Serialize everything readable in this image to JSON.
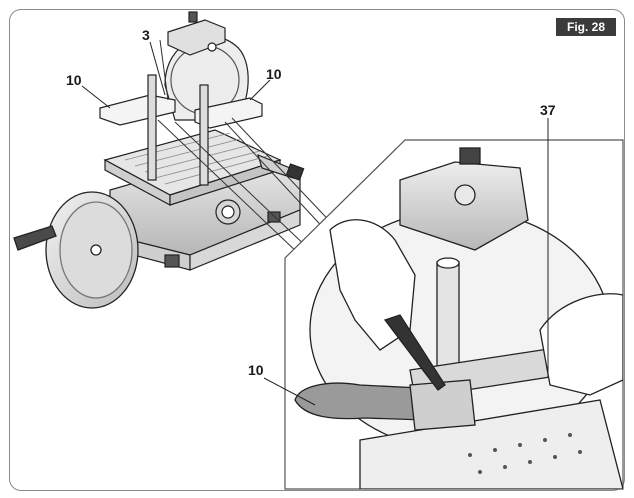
{
  "figure": {
    "badge": "Fig. 28",
    "callouts": {
      "handle_left_top": "10",
      "handle_right_top": "10",
      "sharpener_part": "3",
      "handle_detail": "10",
      "blade_ring": "37"
    }
  }
}
